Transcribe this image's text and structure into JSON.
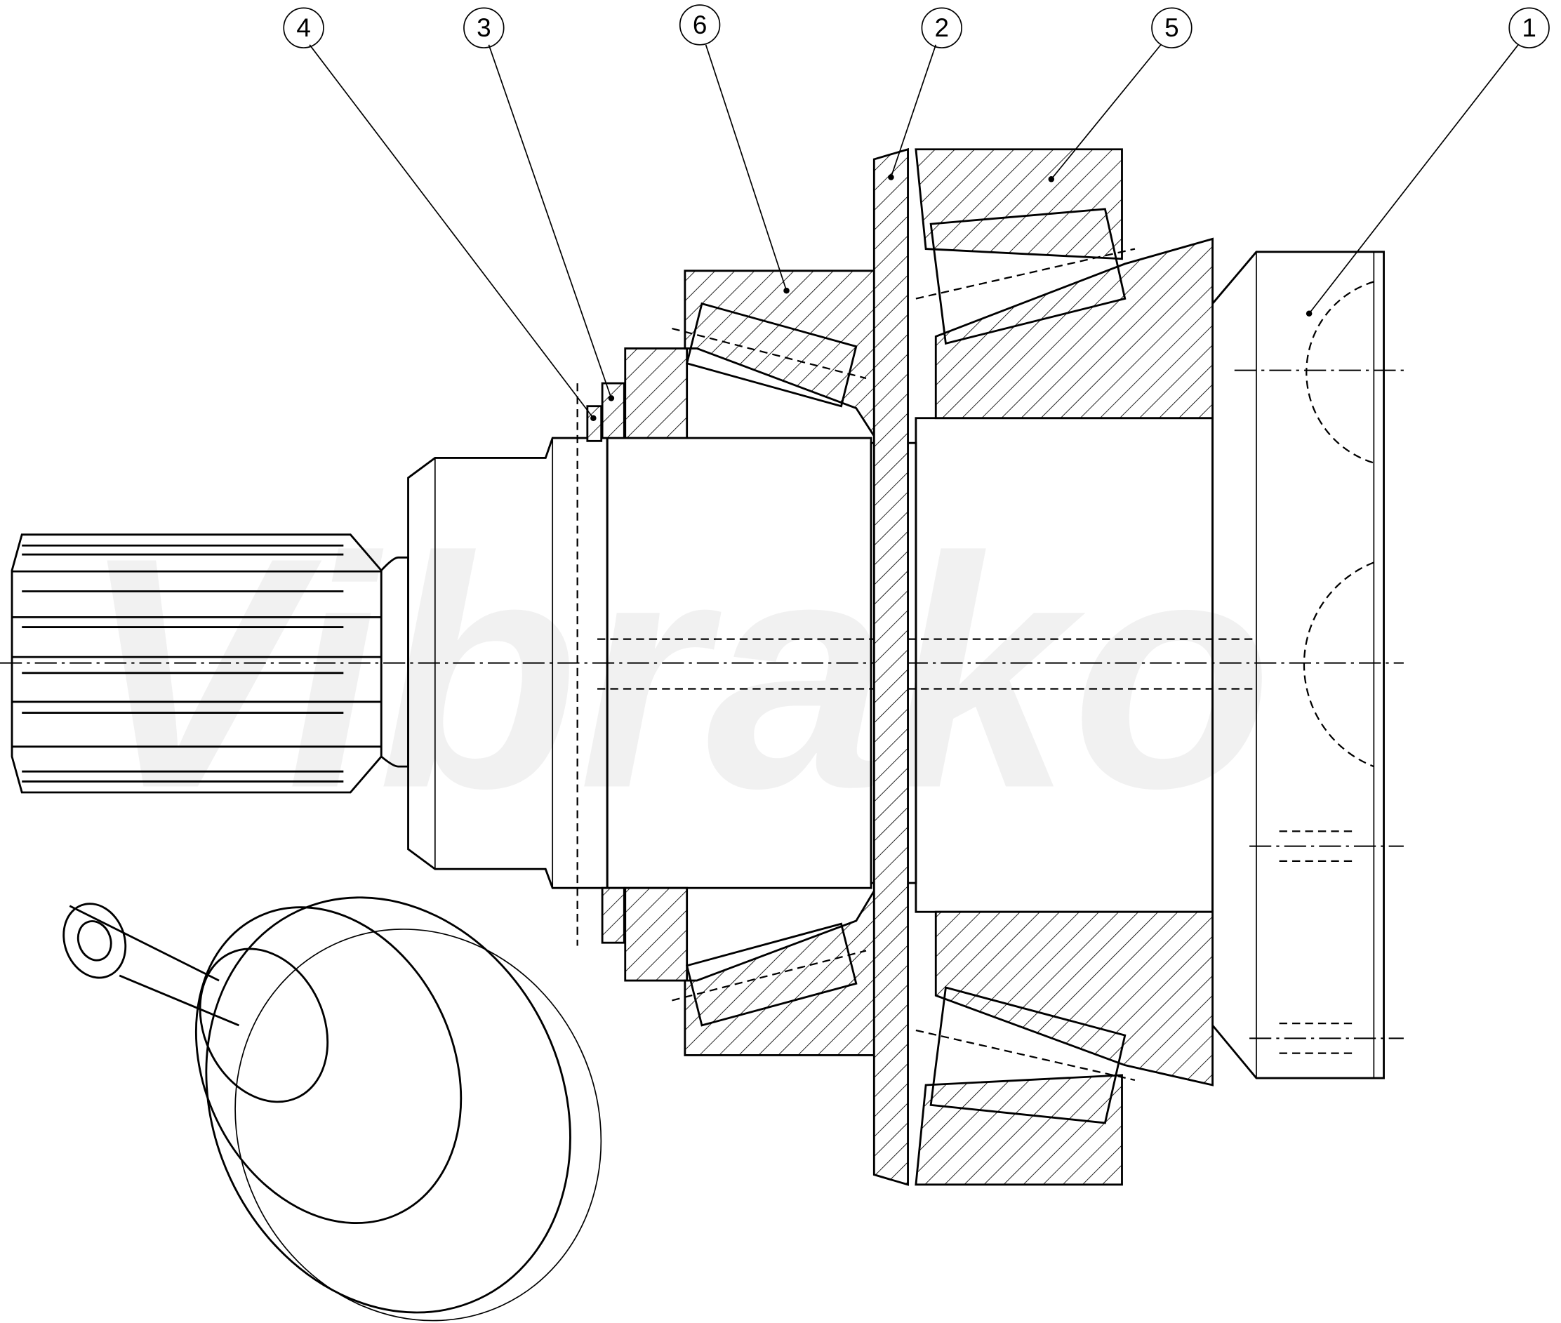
{
  "drawing": {
    "watermark": "Vibrako",
    "balloons": [
      {
        "id": "balloon-4",
        "label": "4"
      },
      {
        "id": "balloon-3",
        "label": "3"
      },
      {
        "id": "balloon-6",
        "label": "6"
      },
      {
        "id": "balloon-2",
        "label": "2"
      },
      {
        "id": "balloon-5",
        "label": "5"
      },
      {
        "id": "balloon-1",
        "label": "1"
      }
    ]
  }
}
